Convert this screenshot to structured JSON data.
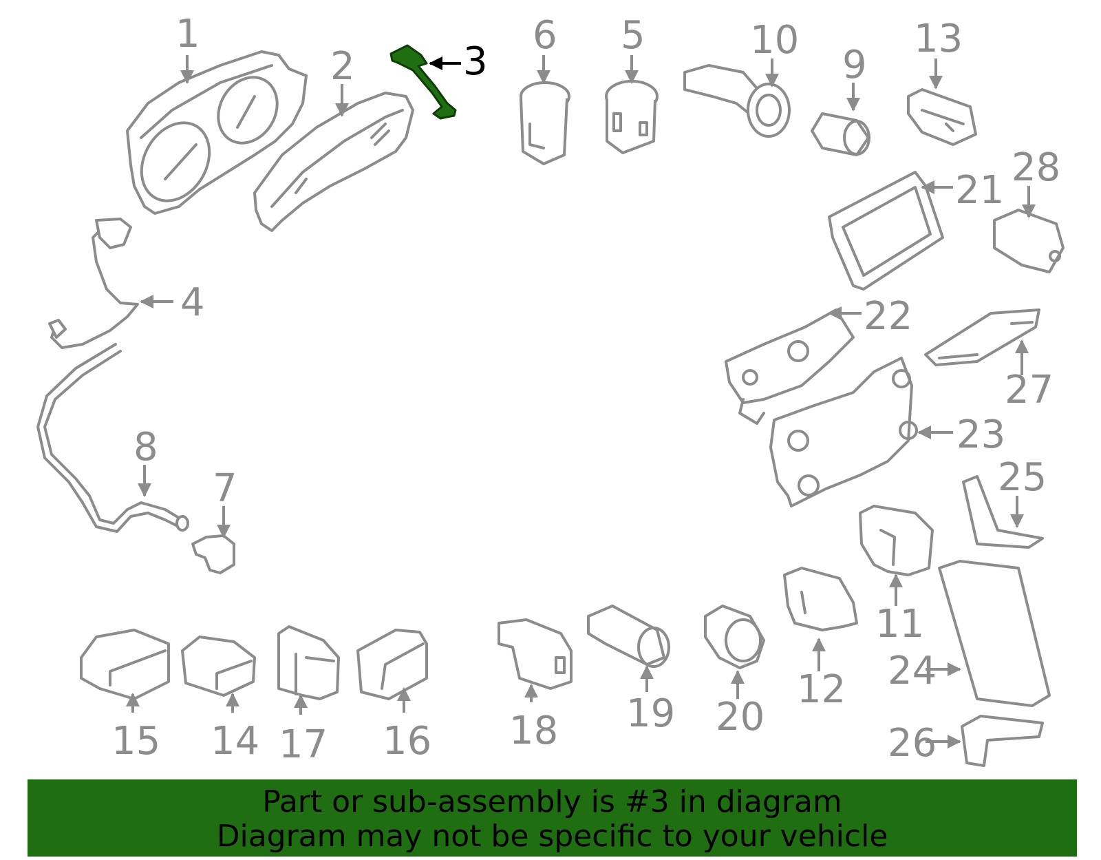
{
  "diagram": {
    "highlighted_part": "3",
    "highlight_color": "#1f6e12",
    "line_color": "#8c8c8c",
    "part_labels": [
      "1",
      "2",
      "3",
      "4",
      "5",
      "6",
      "7",
      "8",
      "9",
      "10",
      "11",
      "12",
      "13",
      "14",
      "15",
      "16",
      "17",
      "18",
      "19",
      "20",
      "21",
      "22",
      "23",
      "24",
      "25",
      "26",
      "27",
      "28"
    ]
  },
  "banner": {
    "line1": "Part or sub-assembly is #3 in diagram",
    "line2": "Diagram may not be specific to your vehicle",
    "background": "#1f6e12"
  }
}
